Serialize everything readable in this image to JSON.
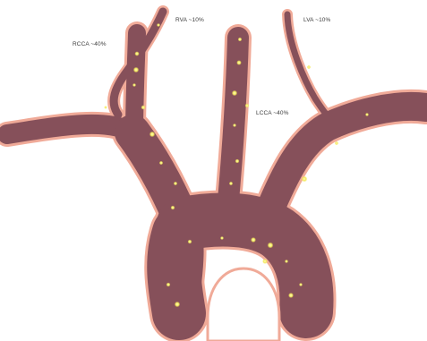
{
  "labels": {
    "rcca": "RCCA ~40%",
    "rva": "RVA ~10%",
    "lcca": "LCCA ~40%",
    "lva": "LVA ~10%"
  },
  "colors": {
    "vessel_wall": "#f0aa98",
    "vessel_lumen": "#86505a",
    "particle": "#f5ee6a",
    "background": "#ffffff"
  }
}
